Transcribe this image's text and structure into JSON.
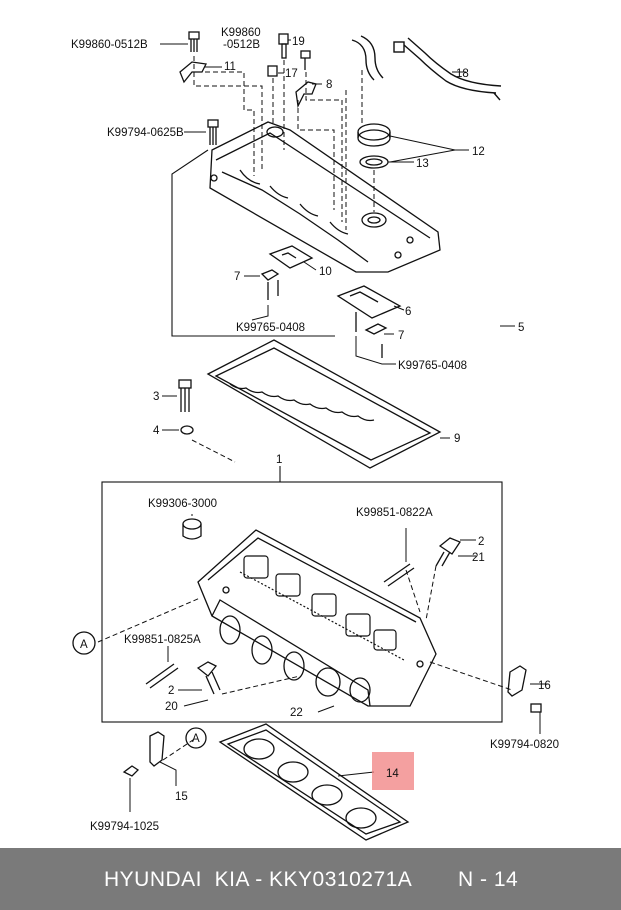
{
  "footer": {
    "brand": "HYUNDAI  KIA - KKY0310271A",
    "page": "N - 14"
  },
  "highlight_color": "#f08080",
  "labels": {
    "k99860_0512b_left": "K99860-0512B",
    "k99860_top_line1": "K99860",
    "k99860_top_line2": "-0512B",
    "n19": "19",
    "n11": "11",
    "n17": "17",
    "n8": "8",
    "n18": "18",
    "k99794_0625b": "K99794-0625B",
    "n12": "12",
    "n13": "13",
    "n7a": "7",
    "n10": "10",
    "k99765_0408_a": "K99765-0408",
    "n6": "6",
    "n5": "5",
    "n7b": "7",
    "k99765_0408_b": "K99765-0408",
    "n3": "3",
    "n4": "4",
    "n9": "9",
    "n1": "1",
    "k99306_3000": "K99306-3000",
    "k99851_0822a": "K99851-0822A",
    "n2a": "2",
    "n21": "21",
    "circle_a_left": "A",
    "k99851_0825a": "K99851-0825A",
    "n2b": "2",
    "n20": "20",
    "n22": "22",
    "n16": "16",
    "k99794_0820": "K99794-0820",
    "circle_a_bottom": "A",
    "n14": "14",
    "n15": "15",
    "k99794_1025": "K99794-1025"
  }
}
